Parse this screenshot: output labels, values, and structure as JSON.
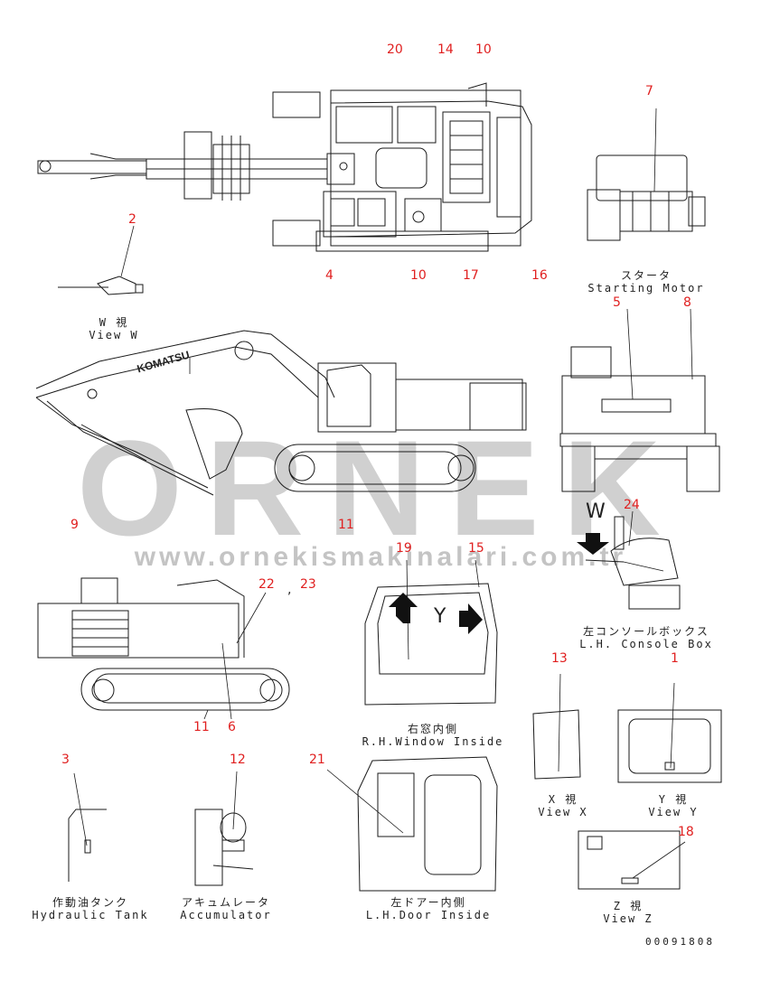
{
  "watermark": {
    "brand": "ORNEK",
    "url": "www.ornekismakinalari.com.tr",
    "color": "#c8c8c8"
  },
  "callouts": {
    "c20": "20",
    "c14": "14",
    "c10a": "10",
    "c7": "7",
    "c2": "2",
    "c4": "4",
    "c10b": "10",
    "c17": "17",
    "c16": "16",
    "c5": "5",
    "c8": "8",
    "c9": "9",
    "c11a": "11",
    "c24": "24",
    "c19": "19",
    "c15": "15",
    "c22": "22",
    "c23": "23",
    "c13": "13",
    "c1": "1",
    "c11b": "11",
    "c6": "6",
    "c3": "3",
    "c12": "12",
    "c21": "21",
    "c18": "18"
  },
  "captions": {
    "view_w_jp": "W 視",
    "view_w_en": "View W",
    "starting_motor_jp": "スタータ",
    "starting_motor_en": "Starting Motor",
    "console_jp": "左コンソールボックス",
    "console_en": "L.H. Console Box",
    "rh_window_jp": "右窓内側",
    "rh_window_en": "R.H.Window Inside",
    "view_x_jp": "X 視",
    "view_x_en": "View X",
    "view_y_jp": "Y 視",
    "view_y_en": "View Y",
    "tank_jp": "作動油タンク",
    "tank_en": "Hydraulic Tank",
    "accumulator_jp": "アキュムレータ",
    "accumulator_en": "Accumulator",
    "lh_door_jp": "左ドアー内側",
    "lh_door_en": "L.H.Door Inside",
    "view_z_jp": "Z 視",
    "view_z_en": "View Z"
  },
  "marks": {
    "letter_w": "W",
    "letter_y": "Y",
    "comma": ","
  },
  "machine_brand": "KOMATSU",
  "drawing_number": "00091808",
  "colors": {
    "callout": "#e02020",
    "line": "#1a1a1a",
    "arrow": "#111111"
  }
}
